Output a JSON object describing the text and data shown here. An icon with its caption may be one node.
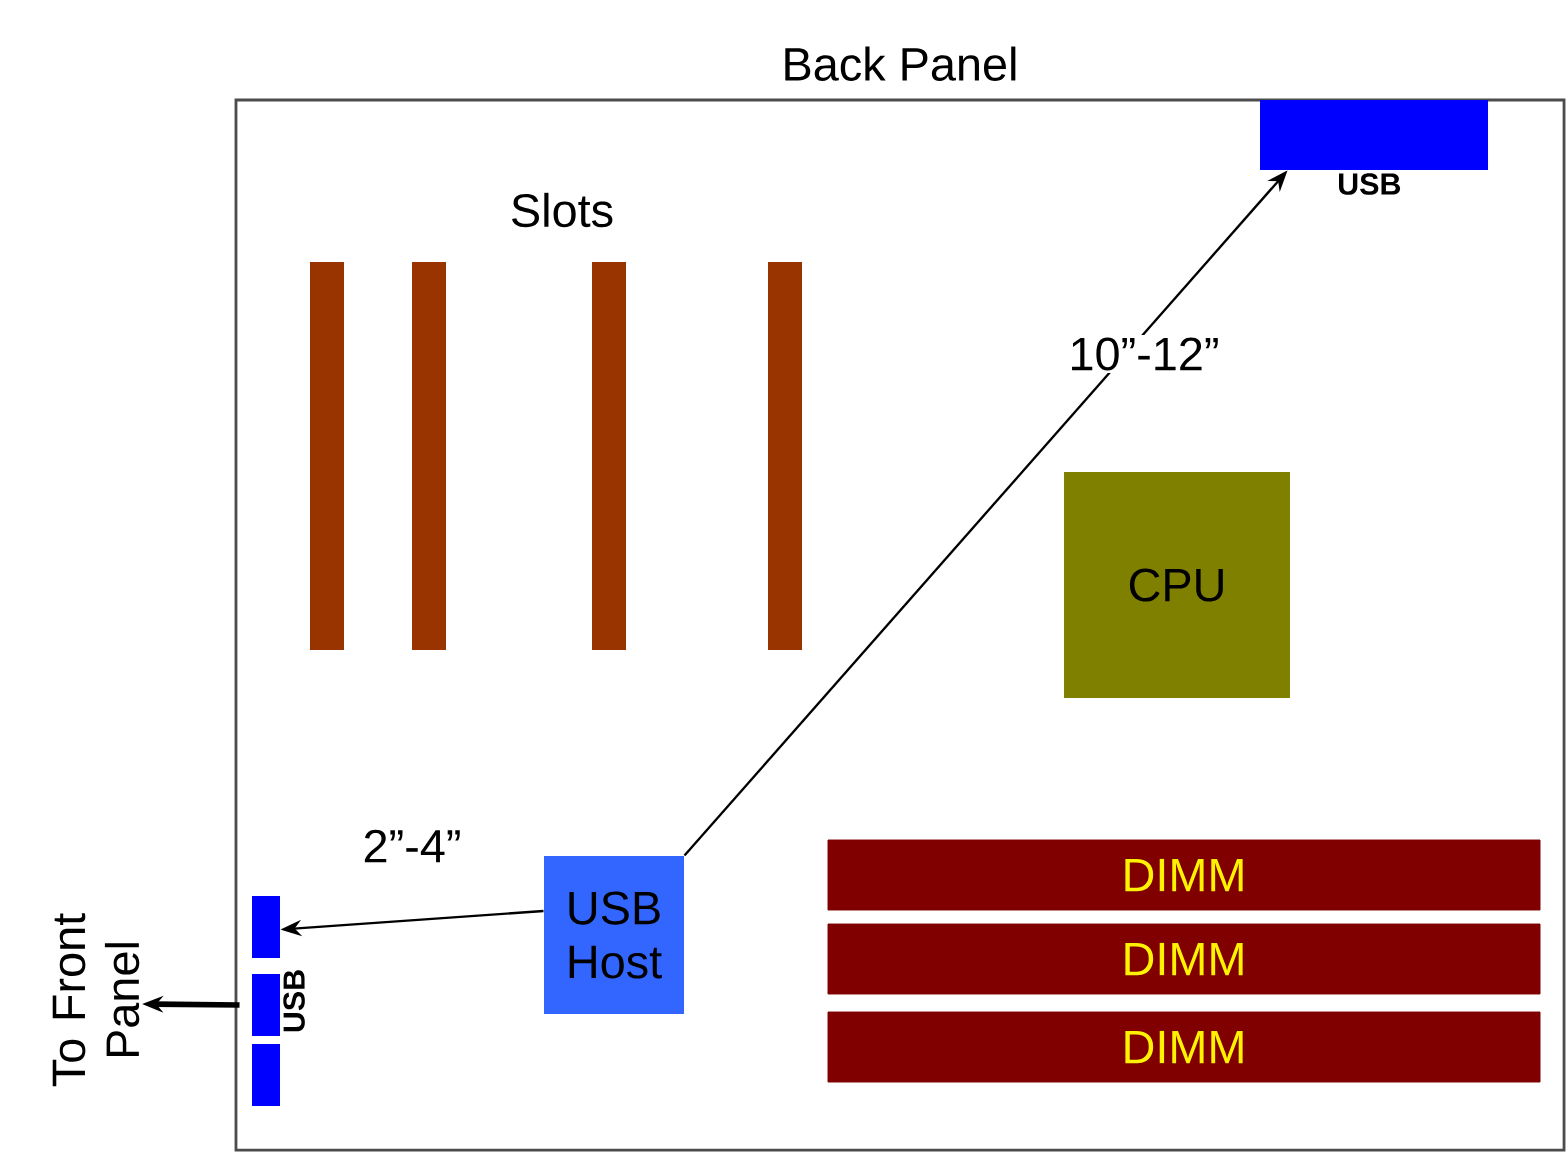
{
  "diagram": {
    "nodes": [
      {
        "text": [
          "Back Panel"
        ]
      },
      {
        "text": [
          "USB"
        ],
        "in": 0
      },
      {
        "text": [
          "CPU"
        ],
        "in": 0
      },
      {
        "text": [
          "USB Host"
        ],
        "in": 0
      },
      {
        "text": [
          "DIMM"
        ],
        "in": 0
      },
      {
        "text": [
          "DIMM"
        ],
        "in": 0
      },
      {
        "text": [
          "DIMM"
        ],
        "in": 0
      },
      {
        "text": [
          "USB"
        ],
        "in": 0
      },
      {
        "text": [
          "To Front Panel"
        ]
      }
    ],
    "edges": [
      {
        "from": 3,
        "to": 1,
        "arrow": "to",
        "label": "10”-12”"
      },
      {
        "from": 3,
        "to": 7,
        "arrow": "to",
        "label": "2”-4”"
      },
      {
        "from": 7,
        "to": 8,
        "arrow": "to",
        "style": "thick"
      }
    ],
    "labels": [
      "Slots"
    ]
  }
}
